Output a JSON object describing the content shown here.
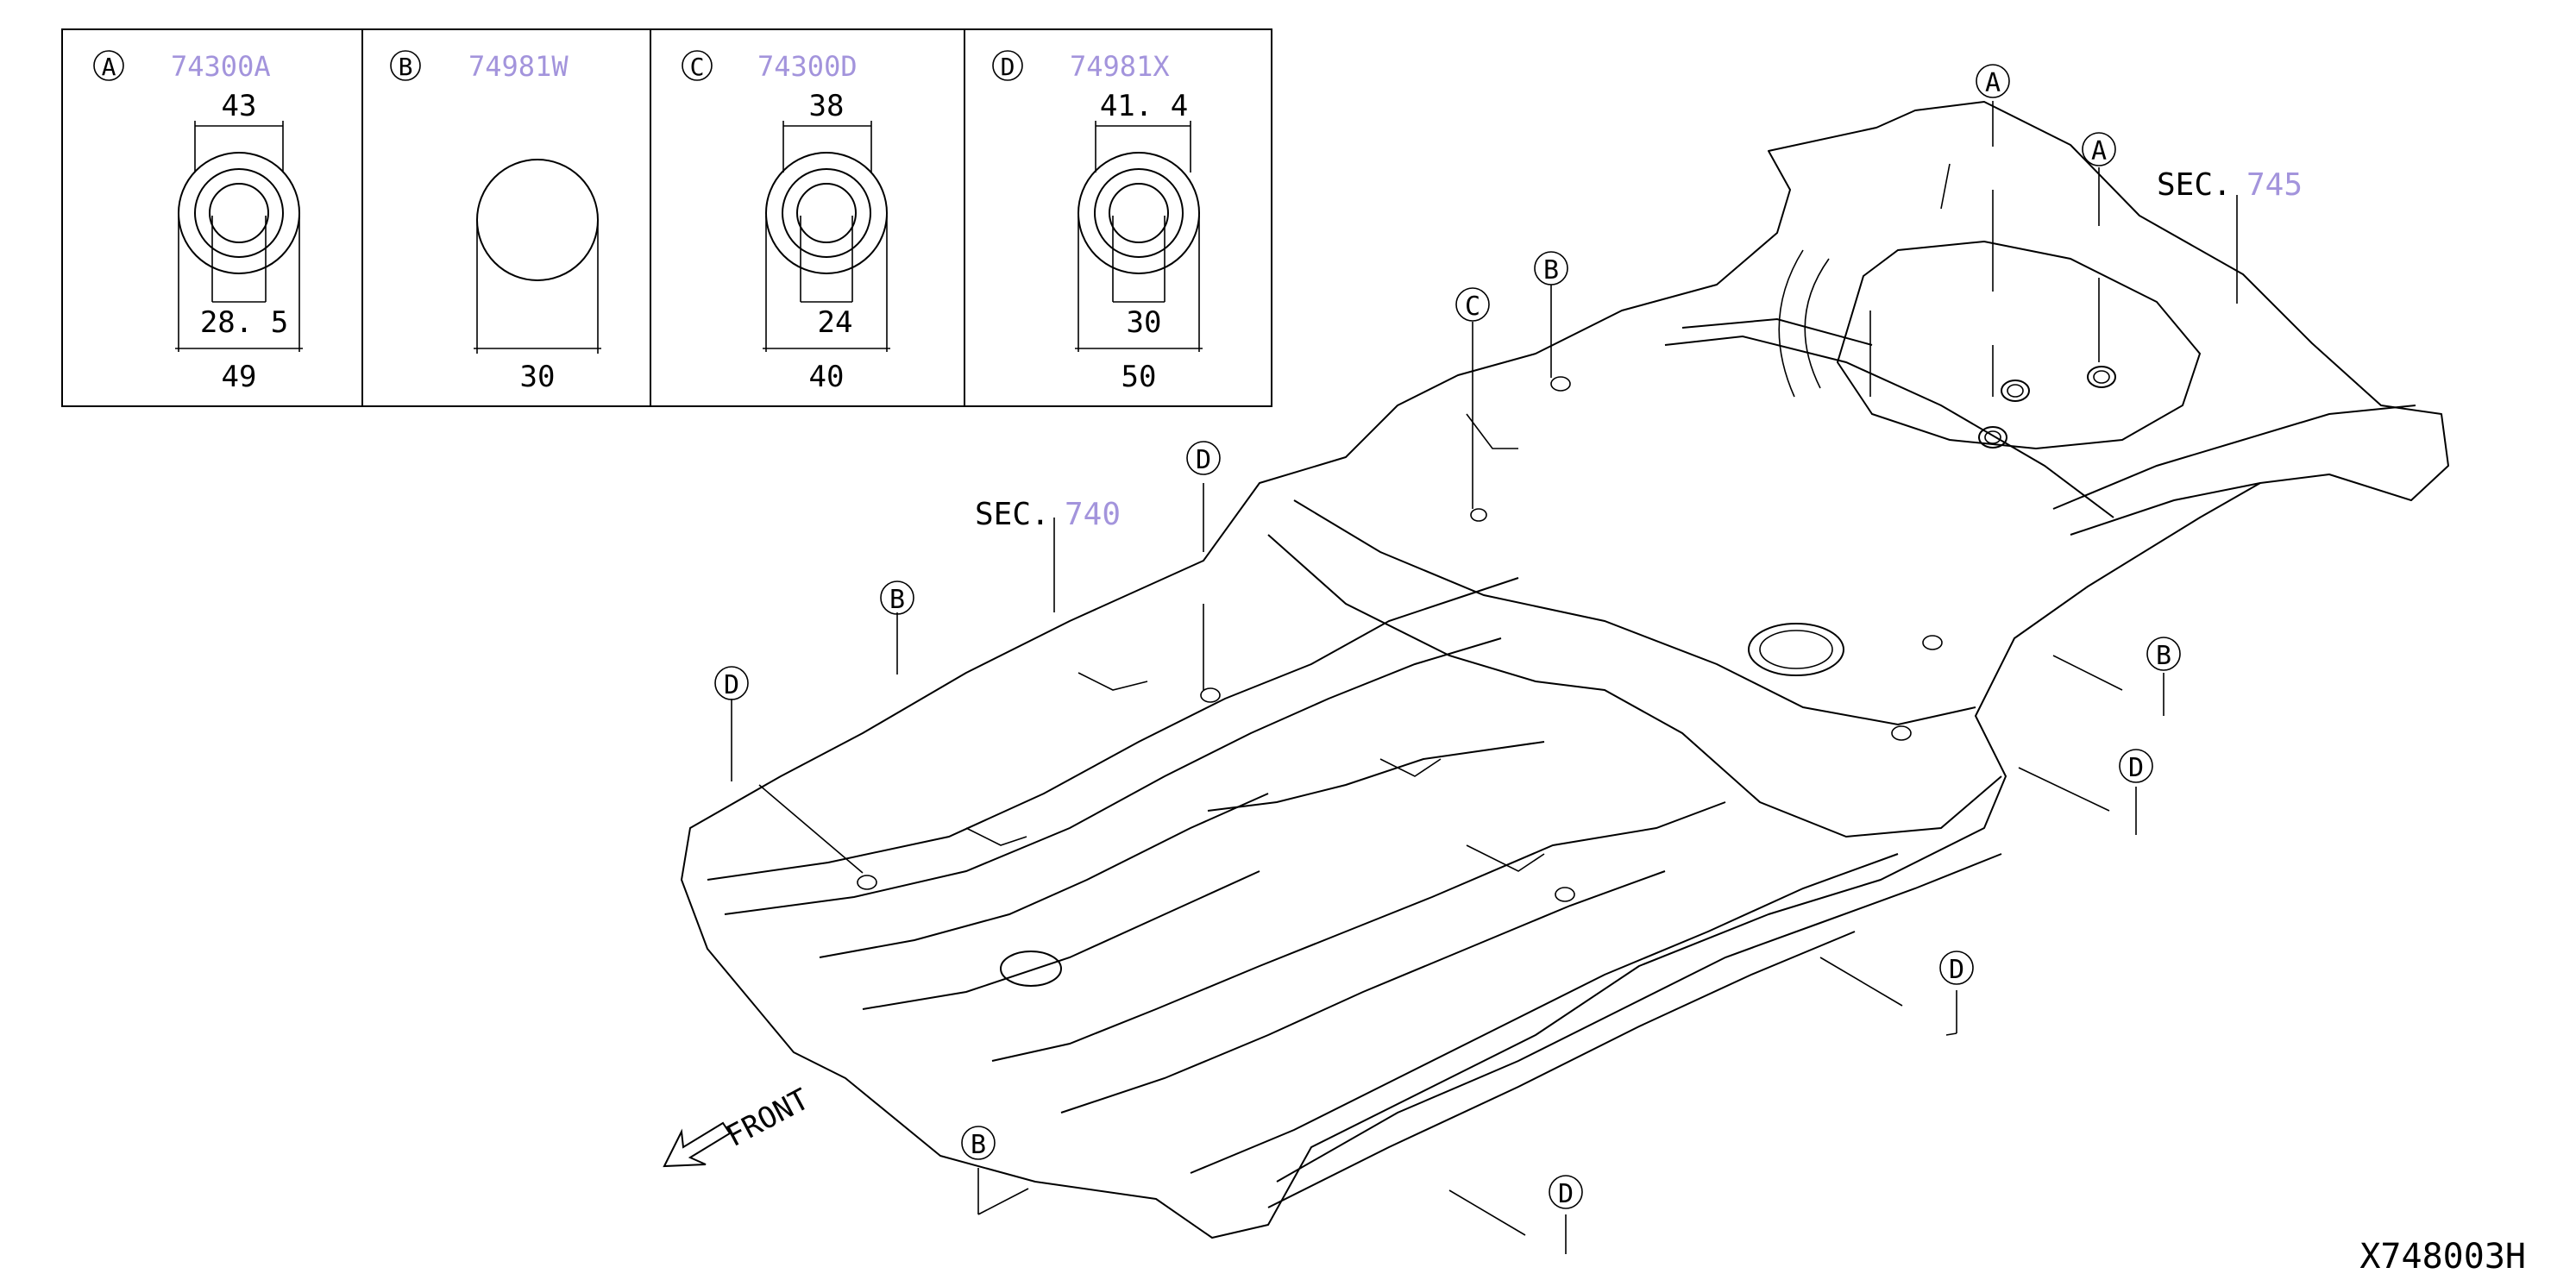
{
  "legend": {
    "a": {
      "letter": "A",
      "part": "74300A",
      "top": "43",
      "inner": "28. 5",
      "bottom": "49"
    },
    "b": {
      "letter": "B",
      "part": "74981W",
      "bottom": "30"
    },
    "c": {
      "letter": "C",
      "part": "74300D",
      "top": "38",
      "inner": "24",
      "bottom": "40"
    },
    "d": {
      "letter": "D",
      "part": "74981X",
      "top": "41. 4",
      "inner": "30",
      "bottom": "50"
    }
  },
  "sections": {
    "sec745": {
      "prefix": "SEC.",
      "num": "745"
    },
    "sec740": {
      "prefix": "SEC.",
      "num": "740"
    }
  },
  "callouts": {
    "a1": "A",
    "a2": "A",
    "b1": "B",
    "c1": "C",
    "d1": "D",
    "b2": "B",
    "d2": "D",
    "b3": "B",
    "d3": "D",
    "d4": "D",
    "b4": "B",
    "d5": "D"
  },
  "front_label": "FRONT",
  "diagram_id": "X748003H",
  "colors": {
    "ink": "#000000",
    "part_number": "#a394dc"
  }
}
